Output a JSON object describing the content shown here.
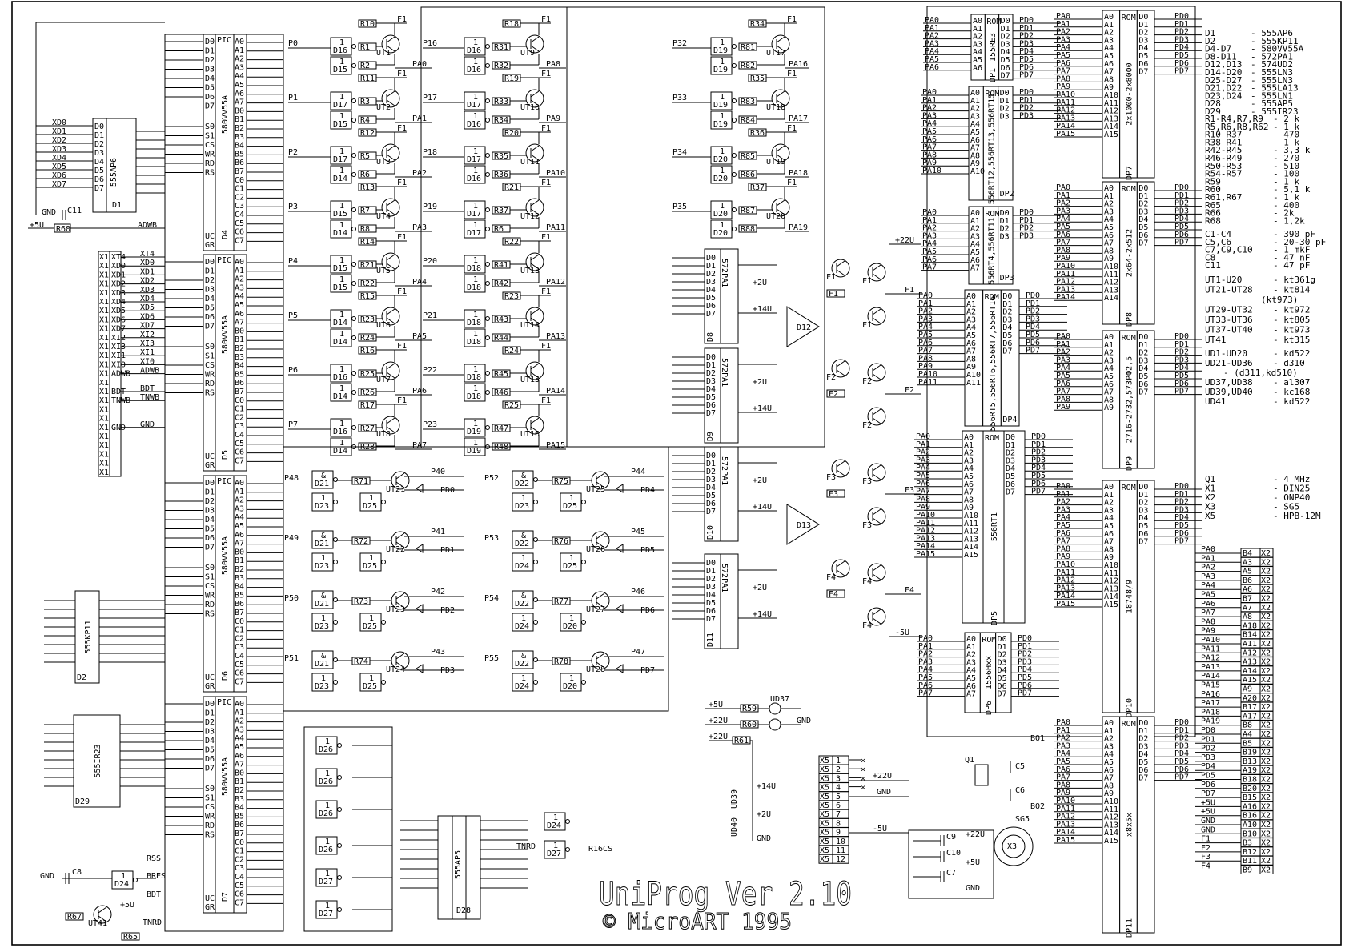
{
  "title": "UniProg Ver 2.10",
  "copyright": "© MicroART 1995",
  "legend": {
    "chips": [
      [
        "D1",
        "- 555AP6"
      ],
      [
        "D2",
        "- 555KP11"
      ],
      [
        "D4-D7",
        "- 580VV55A"
      ],
      [
        "D8-D11",
        "- 572PA1"
      ],
      [
        "D12,D13",
        "- 574UD2"
      ],
      [
        "D14-D20",
        "- 555LN3"
      ],
      [
        "D25-D27",
        "- 555LN3"
      ],
      [
        "D21,D22",
        "- 555LA13"
      ],
      [
        "D23,D24",
        "- 555LN1"
      ],
      [
        "D28",
        "- 555AP5"
      ],
      [
        "D29",
        "- 555IR23"
      ]
    ],
    "resistors": [
      [
        "R1-R4,R7,R9",
        "- 2 k"
      ],
      [
        "R5,R6,R8,R62",
        "- 1 k"
      ],
      [
        "R10-R37",
        "- 470"
      ],
      [
        "R38-R41",
        "- 1 k"
      ],
      [
        "R42-R45",
        "- 3,3 k"
      ],
      [
        "R46-R49",
        "- 270"
      ],
      [
        "R50-R53",
        "- 510"
      ],
      [
        "R54-R57",
        "- 100"
      ],
      [
        "R59",
        "- 1 k"
      ],
      [
        "R60",
        "- 5,1 k"
      ],
      [
        "R61,R67",
        "- 1 k"
      ],
      [
        "R65",
        "- 400"
      ],
      [
        "R66",
        "- 2k"
      ],
      [
        "R68",
        "- 1,2k"
      ]
    ],
    "capacitors": [
      [
        "C1-C4",
        "- 390 pF"
      ],
      [
        "C5,C6",
        "- 20-30 pF"
      ],
      [
        "C7,C9,C10",
        "- 1 mkF"
      ],
      [
        "C8",
        "- 47 nF"
      ],
      [
        "C11",
        "- 47 pF"
      ]
    ],
    "transistors": [
      [
        "UT1-U20",
        "- kt361g"
      ],
      [
        "UT21-UT28",
        "- kt814"
      ],
      [
        "",
        "(kt973)"
      ],
      [
        "UT29-UT32",
        "- kt972"
      ],
      [
        "UT33-UT36",
        "- kt805"
      ],
      [
        "UT37-UT40",
        "- kt973"
      ],
      [
        "UT41",
        "- kt315"
      ]
    ],
    "diodes": [
      [
        "UD1-UD20",
        "- kd522"
      ],
      [
        "UD21-UD36",
        "- d310"
      ],
      [
        "",
        "- (d311,kd510)"
      ],
      [
        "UD37,UD38",
        "- al307"
      ],
      [
        "UD39,UD40",
        "- kc168"
      ],
      [
        "UD41",
        "- kd522"
      ]
    ],
    "misc": [
      [
        "Q1",
        "- 4 MHz"
      ],
      [
        "X1",
        "- DIN25"
      ],
      [
        "X2",
        "- ONP40"
      ],
      [
        "X3",
        "- SG5"
      ],
      [
        "X5",
        "- HPB-12M"
      ]
    ]
  },
  "chips": [
    {
      "ref": "D1",
      "type": "555AP6"
    },
    {
      "ref": "D4",
      "type": "580VV55A"
    },
    {
      "ref": "D5",
      "type": "580VV55A"
    },
    {
      "ref": "D6",
      "type": "580VV55A"
    },
    {
      "ref": "D7",
      "type": "580VV55A"
    },
    {
      "ref": "D2",
      "type": "555KP11"
    },
    {
      "ref": "D29",
      "type": "555IR23"
    },
    {
      "ref": "D28",
      "type": "555AP5"
    },
    {
      "ref": "DP1",
      "type": "155RE3"
    },
    {
      "ref": "DP2",
      "type": "556RT12,556RT13,556RT15"
    },
    {
      "ref": "DP3",
      "type": "556RT4,556RT11"
    },
    {
      "ref": "DP4",
      "type": "556RT5,556RT6,556RT7,556RT16"
    },
    {
      "ref": "DP5",
      "type": "556RT1"
    },
    {
      "ref": "DP6",
      "type": "1556Hxx"
    },
    {
      "ref": "DP7",
      "type": "2x1000-2x8000"
    },
    {
      "ref": "DP8",
      "type": "2x64-2x512"
    },
    {
      "ref": "DP9",
      "type": "2716-2732,573РФ2,5"
    },
    {
      "ref": "DP10",
      "type": "18748/9"
    },
    {
      "ref": "DP11",
      "type": "x8x5x"
    },
    {
      "ref": "D8",
      "type": "572PA1"
    },
    {
      "ref": "D9",
      "type": "572PA1"
    },
    {
      "ref": "D10",
      "type": "572PA1"
    },
    {
      "ref": "D11",
      "type": "572PA1"
    }
  ],
  "pic_pins": {
    "left": [
      "D0",
      "D1",
      "D2",
      "D3",
      "D4",
      "D5",
      "D6",
      "D7",
      "S0",
      "S1",
      "CS",
      "WR",
      "RD",
      "RS"
    ],
    "right": [
      "A0",
      "A1",
      "A2",
      "A3",
      "A4",
      "A5",
      "A6",
      "A7",
      "B0",
      "B1",
      "B2",
      "B3",
      "B4",
      "B5",
      "B6",
      "B7",
      "C0",
      "C1",
      "C2",
      "C3",
      "C4",
      "C5",
      "C6",
      "C7"
    ],
    "header": "PIC",
    "power": [
      "UC",
      "GR"
    ]
  },
  "rom_pins": {
    "addr": [
      "A0",
      "A1",
      "A2",
      "A3",
      "A4",
      "A5",
      "A6",
      "A7",
      "A8",
      "A9",
      "A10",
      "A11",
      "A12",
      "A13",
      "A14",
      "A15"
    ],
    "data": [
      "D0",
      "D1",
      "D2",
      "D3",
      "D4",
      "D5",
      "D6",
      "D7"
    ],
    "header": "ROM",
    "data_nets": [
      "PD0",
      "PD1",
      "PD2",
      "PD3",
      "PD4",
      "PD5",
      "PD6",
      "PD7"
    ],
    "addr_nets": [
      "PA0",
      "PA1",
      "PA2",
      "PA3",
      "PA4",
      "PA5",
      "PA6",
      "PA7",
      "PA8",
      "PA9",
      "PA10",
      "PA11",
      "PA12",
      "PA13",
      "PA14",
      "PA15"
    ]
  },
  "drivers": [
    {
      "rows": [
        {
          "in": "P0",
          "g": [
            "D16",
            "D15"
          ],
          "r": [
            "R1",
            "R2"
          ],
          "rt": "R10",
          "vt": "UT1",
          "out": "PA0"
        },
        {
          "in": "P1",
          "g": [
            "D17",
            "D15"
          ],
          "r": [
            "R3",
            "R4"
          ],
          "rt": "R11",
          "vt": "UT2",
          "out": "PA1"
        },
        {
          "in": "P2",
          "g": [
            "D17",
            "D14"
          ],
          "r": [
            "R5",
            "R6"
          ],
          "rt": "R12",
          "vt": "UT3",
          "out": "PA2"
        },
        {
          "in": "P3",
          "g": [
            "D15",
            "D14"
          ],
          "r": [
            "R7",
            "R8"
          ],
          "rt": "R13",
          "vt": "UT4",
          "out": "PA3"
        },
        {
          "in": "P4",
          "g": [
            "D15",
            "D15"
          ],
          "r": [
            "R21",
            "R22"
          ],
          "rt": "R14",
          "vt": "UT5",
          "out": "PA4"
        },
        {
          "in": "P5",
          "g": [
            "D14",
            "D14"
          ],
          "r": [
            "R23",
            "R24"
          ],
          "rt": "R15",
          "vt": "UT6",
          "out": "PA5"
        },
        {
          "in": "P6",
          "g": [
            "D16",
            "D14"
          ],
          "r": [
            "R25",
            "R26"
          ],
          "rt": "R16",
          "vt": "UT7",
          "out": "PA6"
        },
        {
          "in": "P7",
          "g": [
            "D16",
            "D14"
          ],
          "r": [
            "R27",
            "R28"
          ],
          "rt": "R17",
          "vt": "UT8",
          "out": "PA7"
        }
      ]
    },
    {
      "rows": [
        {
          "in": "P16",
          "g": [
            "D16",
            "D16"
          ],
          "r": [
            "R31",
            "R32"
          ],
          "rt": "R18",
          "vt": "UT9",
          "out": "PA8"
        },
        {
          "in": "P17",
          "g": [
            "D17",
            "D16"
          ],
          "r": [
            "R33",
            "R34"
          ],
          "rt": "R19",
          "vt": "UT10",
          "out": "PA9"
        },
        {
          "in": "P18",
          "g": [
            "D17",
            "D16"
          ],
          "r": [
            "R35",
            "R36"
          ],
          "rt": "R20",
          "vt": "UT11",
          "out": "PA10"
        },
        {
          "in": "P19",
          "g": [
            "D17",
            "D17"
          ],
          "r": [
            "R37",
            "R6"
          ],
          "rt": "R21",
          "vt": "UT12",
          "out": "PA11"
        },
        {
          "in": "P20",
          "g": [
            "D18",
            "D18"
          ],
          "r": [
            "R41",
            "R42"
          ],
          "rt": "R22",
          "vt": "UT13",
          "out": "PA12"
        },
        {
          "in": "P21",
          "g": [
            "D18",
            "D18"
          ],
          "r": [
            "R43",
            "R44"
          ],
          "rt": "R23",
          "vt": "UT14",
          "out": "PA13"
        },
        {
          "in": "P22",
          "g": [
            "D18",
            "D18"
          ],
          "r": [
            "R45",
            "R46"
          ],
          "rt": "R24",
          "vt": "UT15",
          "out": "PA14"
        },
        {
          "in": "P23",
          "g": [
            "D19",
            "D19"
          ],
          "r": [
            "R47",
            "R48"
          ],
          "rt": "R25",
          "vt": "UT16",
          "out": "PA15"
        }
      ]
    },
    {
      "rows": [
        {
          "in": "P32",
          "g": [
            "D19",
            "D19"
          ],
          "r": [
            "R81",
            "R82"
          ],
          "rt": "R34",
          "vt": "UT17",
          "out": "PA16"
        },
        {
          "in": "P33",
          "g": [
            "D19",
            "D19"
          ],
          "r": [
            "R83",
            "R84"
          ],
          "rt": "R35",
          "vt": "UT18",
          "out": "PA17"
        },
        {
          "in": "P34",
          "g": [
            "D20",
            "D20"
          ],
          "r": [
            "R85",
            "R86"
          ],
          "rt": "R36",
          "vt": "UT19",
          "out": "PA18"
        },
        {
          "in": "P35",
          "g": [
            "D20",
            "D20"
          ],
          "r": [
            "R87",
            "R88"
          ],
          "rt": "R37",
          "vt": "UT20",
          "out": "PA19"
        }
      ]
    }
  ],
  "nand_drivers": [
    {
      "in": "P48",
      "g": [
        "D21",
        "D23",
        "D25"
      ],
      "r": "R71",
      "vt": "UT21",
      "out": "PD0",
      "net": "P40"
    },
    {
      "in": "P49",
      "g": [
        "D21",
        "D23",
        "D25"
      ],
      "r": "R72",
      "vt": "UT22",
      "out": "PD1",
      "net": "P41"
    },
    {
      "in": "P50",
      "g": [
        "D21",
        "D23",
        "D25"
      ],
      "r": "R73",
      "vt": "UT23",
      "out": "PD2",
      "net": "P42"
    },
    {
      "in": "P51",
      "g": [
        "D21",
        "D23",
        "D25"
      ],
      "r": "R74",
      "vt": "UT24",
      "out": "PD3",
      "net": "P43"
    },
    {
      "in": "P52",
      "g": [
        "D22",
        "D23",
        "D25"
      ],
      "r": "R75",
      "vt": "UT25",
      "out": "PD4",
      "net": "P44"
    },
    {
      "in": "P53",
      "g": [
        "D22",
        "D24",
        "D25"
      ],
      "r": "R76",
      "vt": "UT26",
      "out": "PD5",
      "net": "P45"
    },
    {
      "in": "P54",
      "g": [
        "D22",
        "D24",
        "D20"
      ],
      "r": "R77",
      "vt": "UT27",
      "out": "PD6",
      "net": "P46"
    },
    {
      "in": "P55",
      "g": [
        "D22",
        "D24",
        "D20"
      ],
      "r": "R78",
      "vt": "UT28",
      "out": "PD7",
      "net": "P47"
    }
  ],
  "power_outputs": [
    "F1",
    "F2",
    "F3",
    "F4"
  ],
  "power_nets": [
    "+22U",
    "-5U",
    "GND",
    "+5U",
    "+14U",
    "+2U"
  ],
  "x1": {
    "ref": "X1",
    "signals": [
      "XT4",
      "XD0",
      "XD1",
      "XD2",
      "XD3",
      "XD4",
      "XD5",
      "XD6",
      "XD7",
      "XI2",
      "XI3",
      "XI1",
      "XI0",
      "ADWB",
      "",
      "BDT",
      "TNWB",
      "",
      "",
      "GND",
      "",
      "",
      "",
      "",
      ""
    ]
  },
  "x2": {
    "ref": "X2",
    "nets": [
      "PA0",
      "PA1",
      "PA2",
      "PA3",
      "PA4",
      "PA5",
      "PA6",
      "PA7",
      "PA8",
      "PA9",
      "PA10",
      "PA11",
      "PA12",
      "PA13",
      "PA14",
      "PA15",
      "PA16",
      "PA17",
      "PA18",
      "PA19",
      "PD0",
      "PD1",
      "PD2",
      "PD3",
      "PD4",
      "PD5",
      "PD6",
      "PD7",
      "+5U",
      "+5U",
      "GND",
      "GND",
      "F1",
      "F2",
      "F3",
      "F4"
    ],
    "pins": [
      "B4",
      "A3",
      "A5",
      "B6",
      "A6",
      "B7",
      "A7",
      "A8",
      "A18",
      "B14",
      "A11",
      "A12",
      "A13",
      "A14",
      "A15",
      "A9",
      "A20",
      "B17",
      "A17",
      "B8",
      "A4",
      "B5",
      "B19",
      "B13",
      "A19",
      "B18",
      "B20",
      "B15",
      "A16",
      "B16",
      "A10",
      "B10",
      "B3",
      "B12",
      "B11",
      "B9"
    ]
  },
  "x5": {
    "ref": "X5",
    "pins": [
      "1",
      "2",
      "3",
      "4",
      "5",
      "6",
      "7",
      "8",
      "9",
      "10",
      "11",
      "12"
    ]
  },
  "x3": {
    "ref": "X3",
    "name": "SG5"
  },
  "misc_labels": {
    "adwb": "ADWB",
    "r68": "R68",
    "c11": "C11",
    "gnd": "GND",
    "p5v": "+5U",
    "r16cs": "R16CS",
    "tnwb": "TNWB",
    "tnrd": "TNRD",
    "bres": "BRES",
    "rss": "RSS",
    "bdt": "BDT",
    "ut41": "UT41",
    "r67": "R67",
    "r65": "R65",
    "c8": "C8",
    "d24": "D24",
    "r59": "R59",
    "r60": "R60",
    "r61": "R61",
    "ud37": "UD37",
    "ud38": "UD38",
    "ud39": "UD39",
    "ud40": "UD40",
    "q1": "Q1",
    "c5": "C5",
    "c6": "C6",
    "bq1": "BQ1",
    "bq2": "BQ2",
    "c9": "C9",
    "c10": "C10",
    "c7": "C7",
    "d12": "D12",
    "d13": "D13",
    "d26": "D26",
    "d27": "D27"
  }
}
